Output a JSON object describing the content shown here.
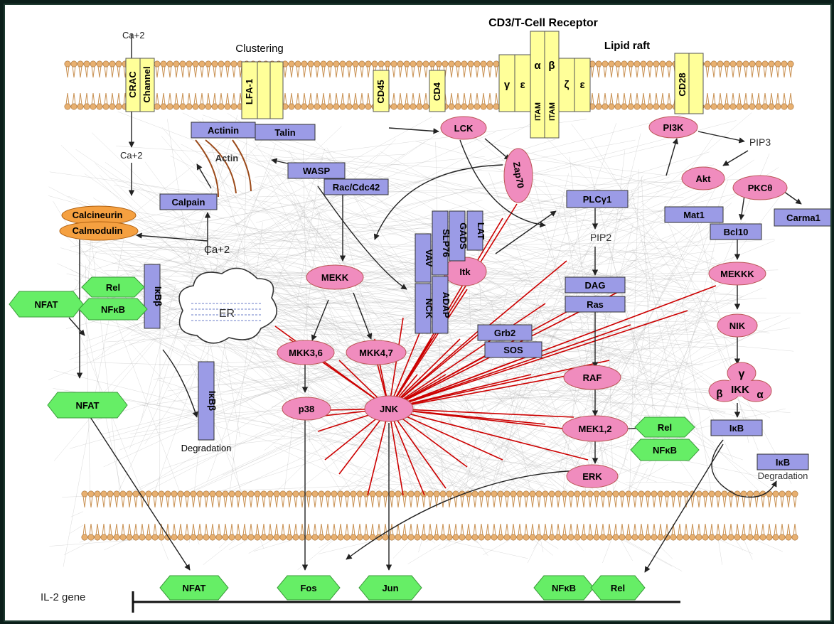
{
  "headings": {
    "receptor": "CD3/T-Cell Receptor",
    "lipid_raft": "Lipid raft",
    "clustering": "Clustering",
    "il2_gene": "IL-2 gene"
  },
  "membrane_proteins": {
    "crac": "CRAC",
    "channel": "Channel",
    "lfa1": "LFA-1",
    "cd45": "CD45",
    "cd4": "CD4",
    "gamma": "γ",
    "epsilon1": "ε",
    "alpha": "α",
    "beta": "β",
    "itam1": "ITAM",
    "itam2": "ITAM",
    "zeta": "ζ",
    "epsilon2": "ε",
    "cd28": "CD28"
  },
  "ions": {
    "ca_top": "Ca+2",
    "ca_mid": "Ca+2",
    "ca_er": "Ca+2"
  },
  "nodes": {
    "actinin": "Actinin",
    "talin": "Talin",
    "actin": "Actin",
    "wasp": "WASP",
    "rac_cdc42": "Rac/Cdc42",
    "calpain": "Calpain",
    "calcineurin": "Calcineurin",
    "calmodulin": "Calmodulin",
    "lck": "LCK",
    "zap70": "Zap70",
    "pi3k": "PI3K",
    "pip3": "PIP3",
    "akt": "Akt",
    "pkc": "PKCθ",
    "carma1": "Carma1",
    "mat1": "Mat1",
    "bcl10": "Bcl10",
    "mekkk": "MEKKK",
    "nik": "NIK",
    "plcg1": "PLCγ1",
    "pip2": "PIP2",
    "dag": "DAG",
    "ras": "Ras",
    "grb2": "Grb2",
    "sos": "SOS",
    "raf": "RAF",
    "mek12": "MEK1,2",
    "erk": "ERK",
    "ikk_gamma": "γ",
    "ikk_beta": "β",
    "ikk_alpha": "α",
    "ikk": "IKK",
    "ikb": "IκB",
    "ikb2": "IκB",
    "ikb_degradation": "Degradation",
    "mekk": "MEKK",
    "mkk36": "MKK3,6",
    "mkk47": "MKK4,7",
    "p38": "p38",
    "jnk": "JNK",
    "itk": "Itk",
    "vav": "VAV",
    "slp76": "SLP76",
    "gads": "GADS",
    "lat": "LAT",
    "nck": "NCK",
    "adap": "ADAP",
    "er": "ER",
    "ikbb1": "IκBβ",
    "ikbb2": "IκBβ",
    "ikbb_degradation": "Degradation"
  },
  "transcription_factors": {
    "nfat_left": "NFAT",
    "rel_left": "Rel",
    "nfkb_left": "NFκB",
    "nfat_mid": "NFAT",
    "rel_right": "Rel",
    "nfkb_right": "NFκB",
    "nfat_bottom": "NFAT",
    "fos": "Fos",
    "jun": "Jun",
    "nfkb_bottom": "NFκB",
    "rel_bottom": "Rel"
  },
  "colors": {
    "membrane_protein": "#ffff99",
    "node_box": "#9b9be6",
    "node_ellipse": "#f08cbe",
    "tf_hexagon": "#66ee66",
    "calcineurin": "#f5a040",
    "lipid_head": "#e8b070",
    "jnk_lines": "#cc0000",
    "network_lines": "#999999"
  }
}
